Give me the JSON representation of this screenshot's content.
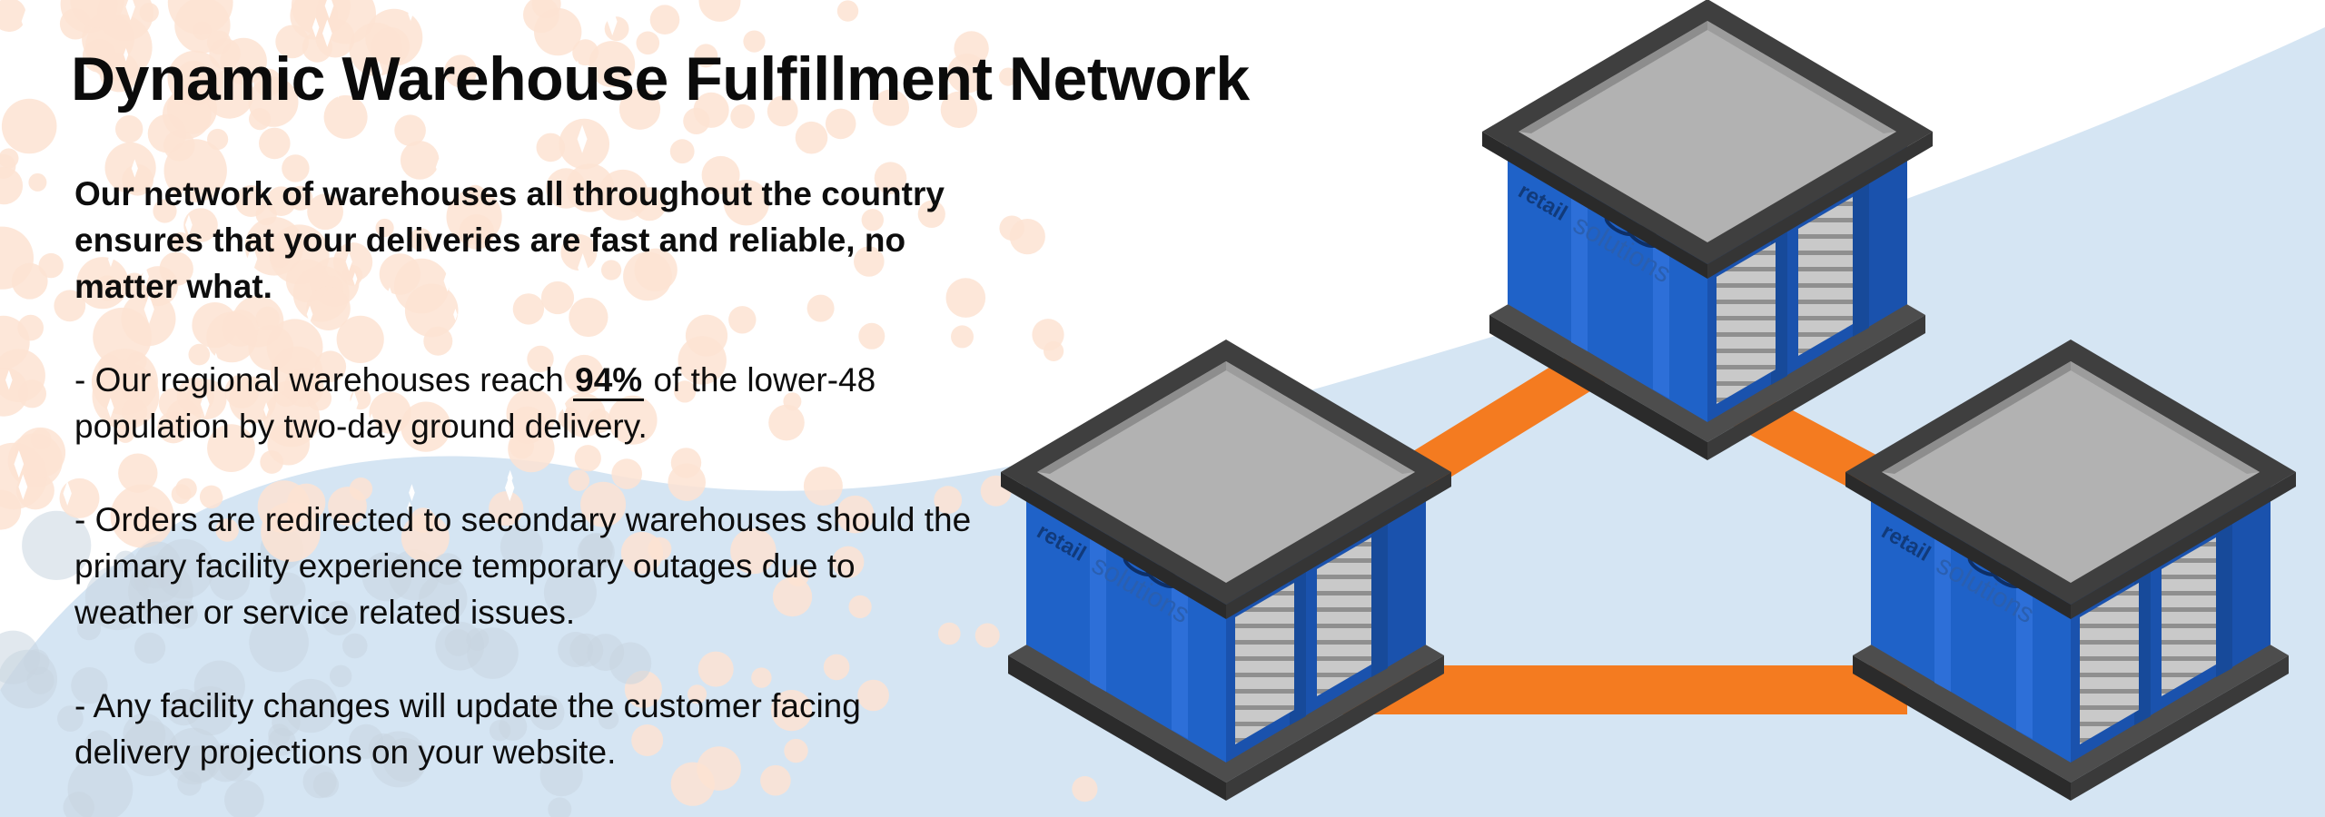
{
  "title": "Dynamic Warehouse Fulfillment Network",
  "intro": "Our network of warehouses all throughout the country ensures that your deliveries are fast and reliable, no matter what.",
  "bullets": [
    {
      "prefix": "- Our regional warehouses reach ",
      "highlight": "94%",
      "suffix": " of the lower-48 population by two-day ground delivery."
    },
    {
      "text": "- Orders are redirected to secondary warehouses should the primary facility experience temporary outages due to weather or service related issues."
    },
    {
      "text": "- Any facility changes will update the customer facing delivery projections on your website."
    }
  ],
  "brand": {
    "word1": "retail",
    "word2": "solutions"
  },
  "colors": {
    "building": "#1f62c8",
    "building_dark": "#1a4f9f",
    "roof": "#b2b2b2",
    "trim": "#3f3f3f",
    "connector": "#f47b20",
    "accent_dots": "#fde3d2",
    "bg_wave": "#d5e5f3"
  }
}
